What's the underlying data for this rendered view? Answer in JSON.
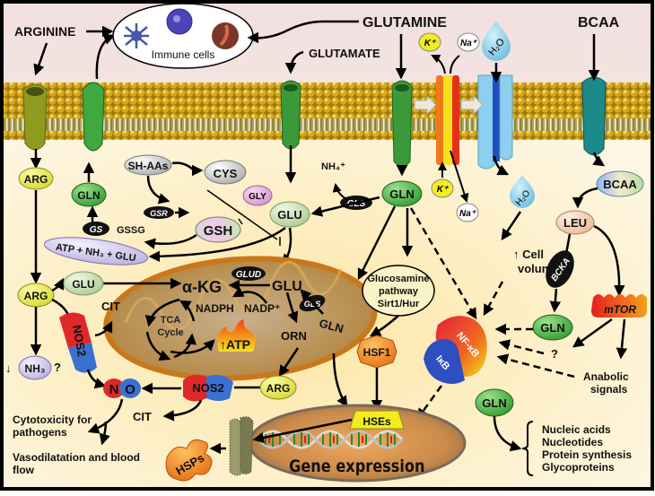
{
  "title": "Glutamine metabolism and immune cell function diagram",
  "extracellular": {
    "arginine": "ARGININE",
    "glutamine": "GLUTAMINE",
    "glutamate": "GLUTAMATE",
    "bcaa": "BCAA",
    "immune_cells": "Immune cells",
    "k_ion": "K⁺",
    "na_ion": "Na⁺",
    "h2o": "H₂O"
  },
  "cytosol": {
    "arg_top": "ARG",
    "gln_left": "GLN",
    "sh_aas": "SH-AAs",
    "cys": "CYS",
    "gly": "GLY",
    "gsr": "GSR",
    "gs": "GS",
    "gssg": "GSSG",
    "gsh": "GSH",
    "atp_nh3_glu": "ATP + NH₃ + GLU",
    "glu_center": "GLU",
    "nh4": "NH₄⁺",
    "gls_top": "GLS",
    "gln_center": "GLN",
    "k_in": "K⁺",
    "na_in": "Na⁺",
    "h2o_in": "H₂O",
    "cell_volume_line1": "↑ Cell",
    "cell_volume_line2": "volume",
    "bcaa_in": "BCAA",
    "leu": "LEU",
    "bcka": "BCKA",
    "mtor": "mTOR",
    "gln_right": "GLN",
    "question": "?",
    "anabolic1": "Anabolic",
    "anabolic2": "signals",
    "arg_mid": "ARG",
    "glu_left": "GLU",
    "cit_top": "CIT",
    "nos2_vertical": "NOS2",
    "nh3": "NH₃",
    "nh3_down": "↓",
    "nh3_q": "?",
    "glucosamine1": "Glucosamine",
    "glucosamine2": "pathway",
    "glucosamine3": "Sirt1/Hur",
    "hsf1": "HSF1",
    "nfkb": "NF-κB",
    "ikb": "IκB",
    "no_n": "N",
    "no_o": "O",
    "nos2_horizontal": "NOS2",
    "arg_bottom": "ARG",
    "cit_bottom": "CIT",
    "cytotoxicity1": "Cytotoxicity for",
    "cytotoxicity2": "pathogens",
    "vasodilatation1": "Vasodilatation and blood",
    "vasodilatation2": "flow",
    "hsps": "HSPs",
    "hses": "HSEs",
    "gene_expression": "Gene expression",
    "gln_bottom": "GLN",
    "outputs": [
      "Nucleic acids",
      "Nucleotides",
      "Protein synthesis",
      "Glycoproteins"
    ]
  },
  "mitochondrion": {
    "akg": "α-KG",
    "glud": "GLUD",
    "glu": "GLU",
    "nadph": "NADPH",
    "nadp": "NADP⁺",
    "gls": "GLS",
    "gln": "GLN",
    "tca1": "TCA",
    "tca2": "Cycle",
    "atp": "↑ATP",
    "orn": "ORN"
  }
}
